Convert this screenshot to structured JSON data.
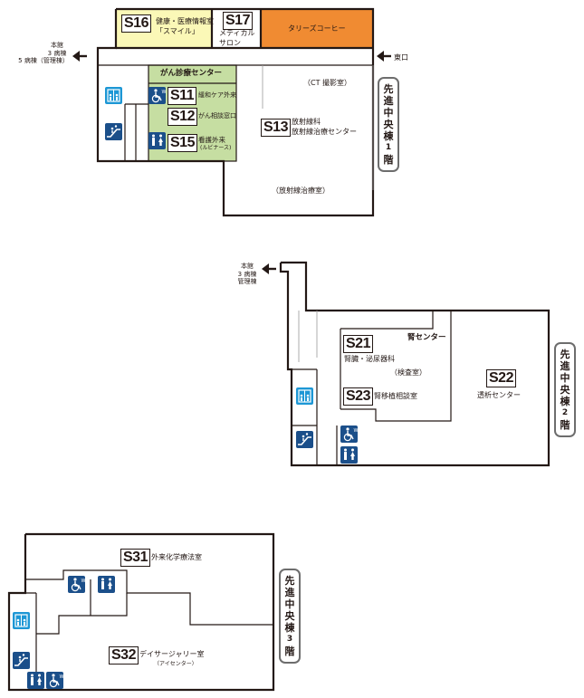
{
  "floor1": {
    "tag": [
      "先",
      "進",
      "中",
      "央",
      "棟",
      "1",
      "階"
    ],
    "arrow_left": [
      "本館",
      "3 病棟",
      "5 病棟（管理棟）"
    ],
    "arrow_right": "東口",
    "rooms": {
      "s16": {
        "code": "S16",
        "lines": [
          "健康・医療情報室",
          "「スマイル」"
        ]
      },
      "s17": {
        "code": "S17",
        "lines": [
          "メディカル",
          "サロン"
        ]
      },
      "tullys": "タリーズコーヒー",
      "cancer_center": "がん診療センター",
      "s11": {
        "code": "S11",
        "label": "緩和ケア外来"
      },
      "s12": {
        "code": "S12",
        "label": "がん相談窓口"
      },
      "s15": {
        "code": "S15",
        "label": "看護外来",
        "sub": "(ルビナース)"
      },
      "s13": {
        "code": "S13",
        "lines": [
          "放射線科",
          "放射線治療センター"
        ]
      },
      "ct": "（CT 撮影室）",
      "radiation": "（放射線治療室）"
    }
  },
  "floor2": {
    "tag": [
      "先",
      "進",
      "中",
      "央",
      "棟",
      "2",
      "階"
    ],
    "arrow_left": [
      "本館",
      "3 病棟",
      "管理棟"
    ],
    "kidney_center": "腎センター",
    "s21": {
      "code": "S21",
      "label": "腎臓・泌尿器科"
    },
    "exam": "（検査室）",
    "s23": {
      "code": "S23",
      "label": "腎移植相談室"
    },
    "s22": {
      "code": "S22",
      "label": "透析センター"
    }
  },
  "floor3": {
    "tag": [
      "先",
      "進",
      "中",
      "央",
      "棟",
      "3",
      "階"
    ],
    "s31": {
      "code": "S31",
      "label": "外来化学療法室"
    },
    "s32": {
      "code": "S32",
      "label": "デイサージャリー室",
      "sub": "（アイセンター）"
    }
  },
  "colors": {
    "yellow": "#fbf8b7",
    "orange": "#f08b32",
    "green": "#c6dea2",
    "icon_blue": "#1d97d5",
    "icon_navy": "#1b4f8a"
  },
  "icons": [
    "elevator-icon",
    "escalator-icon",
    "accessible-toilet-icon",
    "restroom-icon"
  ]
}
